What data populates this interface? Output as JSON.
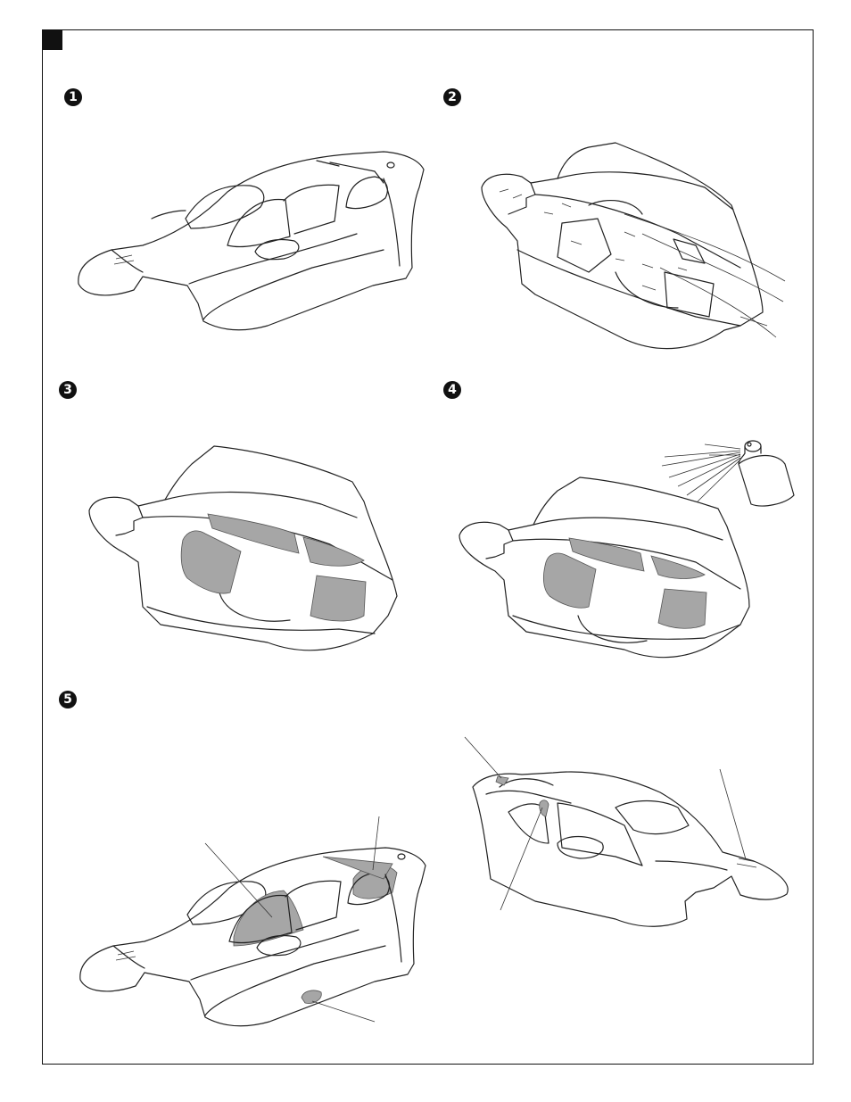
{
  "page": {
    "background": "#ffffff",
    "line_color": "#222222",
    "shade_color": "#a6a6a6"
  },
  "steps": [
    {
      "id": "step-1",
      "number": "1"
    },
    {
      "id": "step-2",
      "number": "2"
    },
    {
      "id": "step-3",
      "number": "3"
    },
    {
      "id": "step-4",
      "number": "4"
    },
    {
      "id": "step-5",
      "number": "5"
    }
  ],
  "icons": [
    "corner-mark",
    "spray-can-icon",
    "tape-strip-icon"
  ]
}
